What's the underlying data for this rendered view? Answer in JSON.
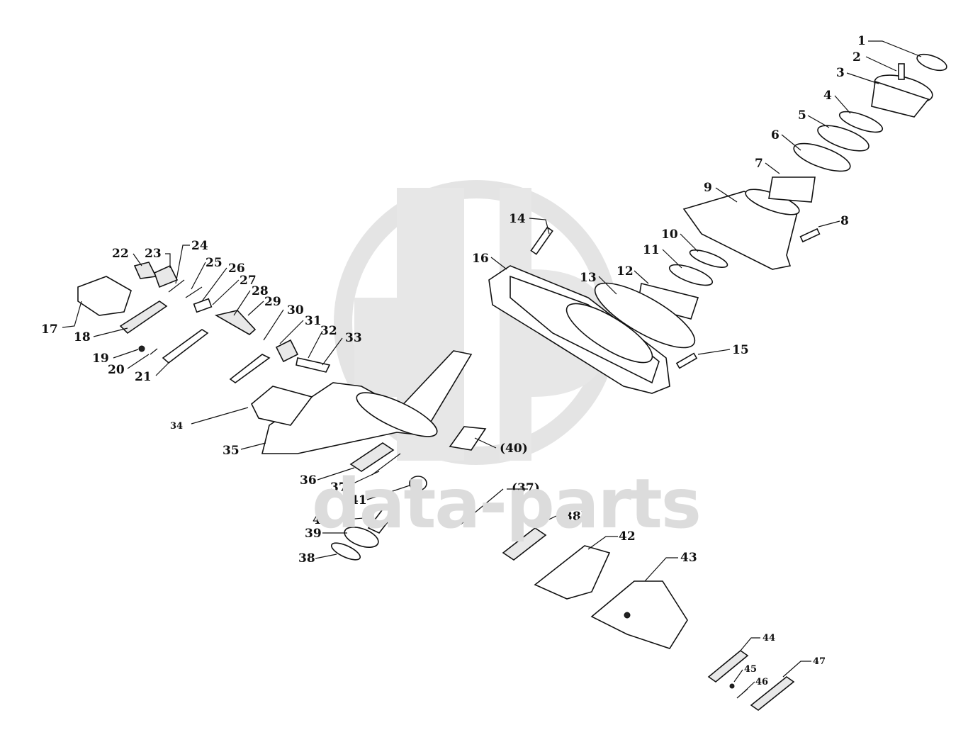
{
  "watermark": {
    "text": "data-parts",
    "logo": "gp-logo-icon"
  },
  "labels": [
    {
      "id": "1",
      "text": "1"
    },
    {
      "id": "2",
      "text": "2"
    },
    {
      "id": "3",
      "text": "3"
    },
    {
      "id": "4",
      "text": "4"
    },
    {
      "id": "5",
      "text": "5"
    },
    {
      "id": "6",
      "text": "6"
    },
    {
      "id": "7",
      "text": "7"
    },
    {
      "id": "8",
      "text": "8"
    },
    {
      "id": "9",
      "text": "9"
    },
    {
      "id": "10",
      "text": "10"
    },
    {
      "id": "11",
      "text": "11"
    },
    {
      "id": "12",
      "text": "12"
    },
    {
      "id": "13",
      "text": "13"
    },
    {
      "id": "14",
      "text": "14"
    },
    {
      "id": "15",
      "text": "15"
    },
    {
      "id": "16",
      "text": "16"
    },
    {
      "id": "17",
      "text": "17"
    },
    {
      "id": "18",
      "text": "18"
    },
    {
      "id": "19",
      "text": "19"
    },
    {
      "id": "20",
      "text": "20"
    },
    {
      "id": "21",
      "text": "21"
    },
    {
      "id": "22",
      "text": "22"
    },
    {
      "id": "23",
      "text": "23"
    },
    {
      "id": "24",
      "text": "24"
    },
    {
      "id": "25",
      "text": "25"
    },
    {
      "id": "26",
      "text": "26"
    },
    {
      "id": "27",
      "text": "27"
    },
    {
      "id": "28",
      "text": "28"
    },
    {
      "id": "29",
      "text": "29"
    },
    {
      "id": "30",
      "text": "30"
    },
    {
      "id": "31",
      "text": "31"
    },
    {
      "id": "32",
      "text": "32"
    },
    {
      "id": "33",
      "text": "33"
    },
    {
      "id": "34",
      "text": "34"
    },
    {
      "id": "35",
      "text": "35"
    },
    {
      "id": "36",
      "text": "36"
    },
    {
      "id": "37",
      "text": "37"
    },
    {
      "id": "38",
      "text": "38"
    },
    {
      "id": "39",
      "text": "39"
    },
    {
      "id": "40",
      "text": "40"
    },
    {
      "id": "41",
      "text": "41"
    },
    {
      "id": "40b",
      "text": "(40)"
    },
    {
      "id": "37b",
      "text": "(37)"
    },
    {
      "id": "38b",
      "text": "(38)"
    },
    {
      "id": "42",
      "text": "42"
    },
    {
      "id": "43",
      "text": "43"
    },
    {
      "id": "44",
      "text": "44"
    },
    {
      "id": "45",
      "text": "45"
    },
    {
      "id": "46",
      "text": "46"
    },
    {
      "id": "47",
      "text": "47"
    }
  ]
}
